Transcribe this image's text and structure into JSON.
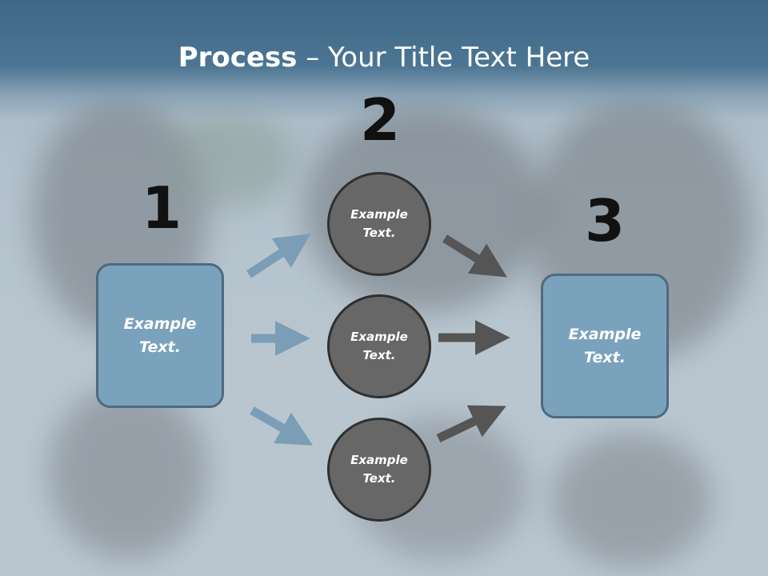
{
  "slide": {
    "title_bold": "Process",
    "title_rest": " – Your Title Text Here"
  },
  "steps": {
    "n1": "1",
    "n2": "2",
    "n3": "3"
  },
  "left_box": {
    "line1": "Example",
    "line2": "Text."
  },
  "right_box": {
    "line1": "Example",
    "line2": "Text."
  },
  "circles": [
    {
      "line1": "Example",
      "line2": "Text."
    },
    {
      "line1": "Example",
      "line2": "Text."
    },
    {
      "line1": "Example",
      "line2": "Text."
    }
  ],
  "colors": {
    "title_band": "#4c7593",
    "box_fill": "#7ba2bd",
    "box_border": "#4d6a80",
    "circle_fill": "#676767",
    "blue_arrow": "#7b9db6",
    "dark_arrow": "#555555"
  }
}
